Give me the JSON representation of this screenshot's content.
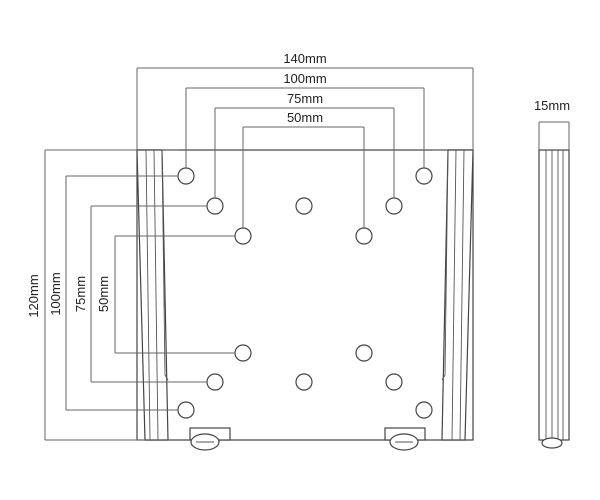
{
  "front_view": {
    "horizontal_dimensions": [
      "140mm",
      "100mm",
      "75mm",
      "50mm"
    ],
    "vertical_dimensions": [
      "120mm",
      "100mm",
      "75mm",
      "50mm"
    ]
  },
  "side_view": {
    "depth_dimension": "15mm"
  }
}
